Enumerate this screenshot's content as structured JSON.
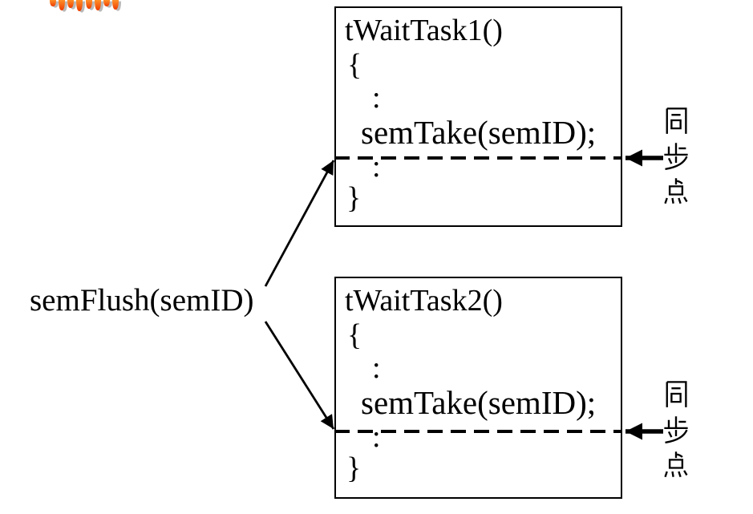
{
  "figure": {
    "flush_label": "semFlush(semID)",
    "sync_point_label": "同步点",
    "tasks": [
      {
        "title": "tWaitTask1()",
        "lines": [
          "{",
          ":",
          "semTake(semID);",
          ":",
          "}"
        ]
      },
      {
        "title": "tWaitTask2()",
        "lines": [
          "{",
          ":",
          "semTake(semID);",
          ":",
          "}"
        ]
      }
    ],
    "colors": {
      "line": "#000000",
      "background": "#ffffff",
      "logo_orange_light": "#ff9029",
      "logo_orange_dark": "#ee3d00",
      "logo_shadow": "#b9b9b9"
    }
  }
}
